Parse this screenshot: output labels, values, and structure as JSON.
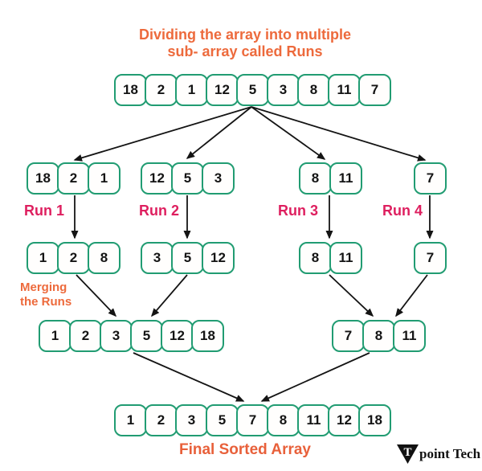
{
  "diagram": {
    "title": {
      "line1": "Dividing the array into multiple",
      "line2": "sub- array called Runs"
    },
    "arrays": {
      "initial": [
        "18",
        "2",
        "1",
        "12",
        "5",
        "3",
        "8",
        "11",
        "7"
      ],
      "run1": [
        "18",
        "2",
        "1"
      ],
      "run2": [
        "12",
        "5",
        "3"
      ],
      "run3": [
        "8",
        "11"
      ],
      "run4": [
        "7"
      ],
      "sorted_run1": [
        "1",
        "2",
        "8"
      ],
      "sorted_run2": [
        "3",
        "5",
        "12"
      ],
      "sorted_run3": [
        "8",
        "11"
      ],
      "sorted_run4": [
        "7"
      ],
      "merged_left": [
        "1",
        "2",
        "3",
        "5",
        "12",
        "18"
      ],
      "merged_right": [
        "7",
        "8",
        "11"
      ],
      "final": [
        "1",
        "2",
        "3",
        "5",
        "7",
        "8",
        "11",
        "12",
        "18"
      ]
    },
    "run_labels": {
      "run1": "Run 1",
      "run2": "Run 2",
      "run3": "Run 3",
      "run4": "Run 4"
    },
    "merging_label": {
      "line1": "Merging",
      "line2": "the Runs"
    },
    "final_label": "Final Sorted Array",
    "colors": {
      "background": "#FFFFFF",
      "box_border_green": "#219C72",
      "number_text": "#141414",
      "title_orange": "#ED6A3C",
      "run_label_pink": "#DE1F5F",
      "final_label_orange": "#E8603A",
      "arrow_black": "#141414"
    }
  },
  "logo": {
    "initial": "T",
    "text": "point Tech"
  }
}
